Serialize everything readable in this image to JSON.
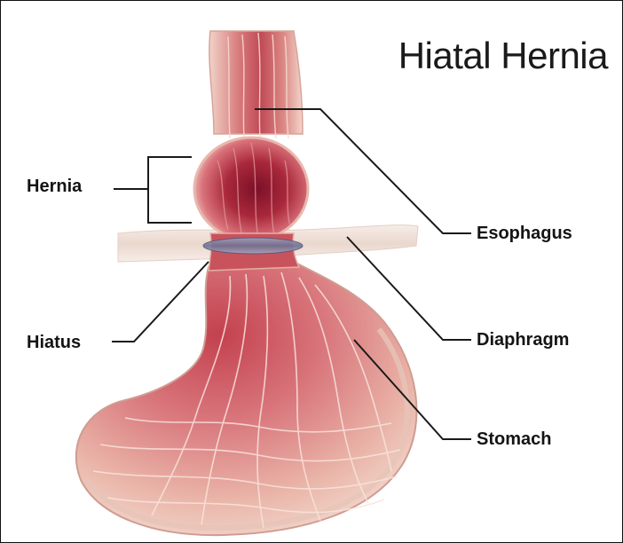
{
  "title": "Hiatal Hernia",
  "labels": {
    "hernia": "Hernia",
    "hiatus": "Hiatus",
    "esophagus": "Esophagus",
    "diaphragm": "Diaphragm",
    "stomach": "Stomach"
  },
  "colors": {
    "tissue_outer": "#f3ddd2",
    "tissue_mid": "#e9a99a",
    "tissue_inner": "#c94f59",
    "hernia_core": "#8e1830",
    "diaphragm_band": "#efe3dc",
    "hiatus_ring": "#7c7f9e",
    "leader_line": "#1a1a1a"
  }
}
